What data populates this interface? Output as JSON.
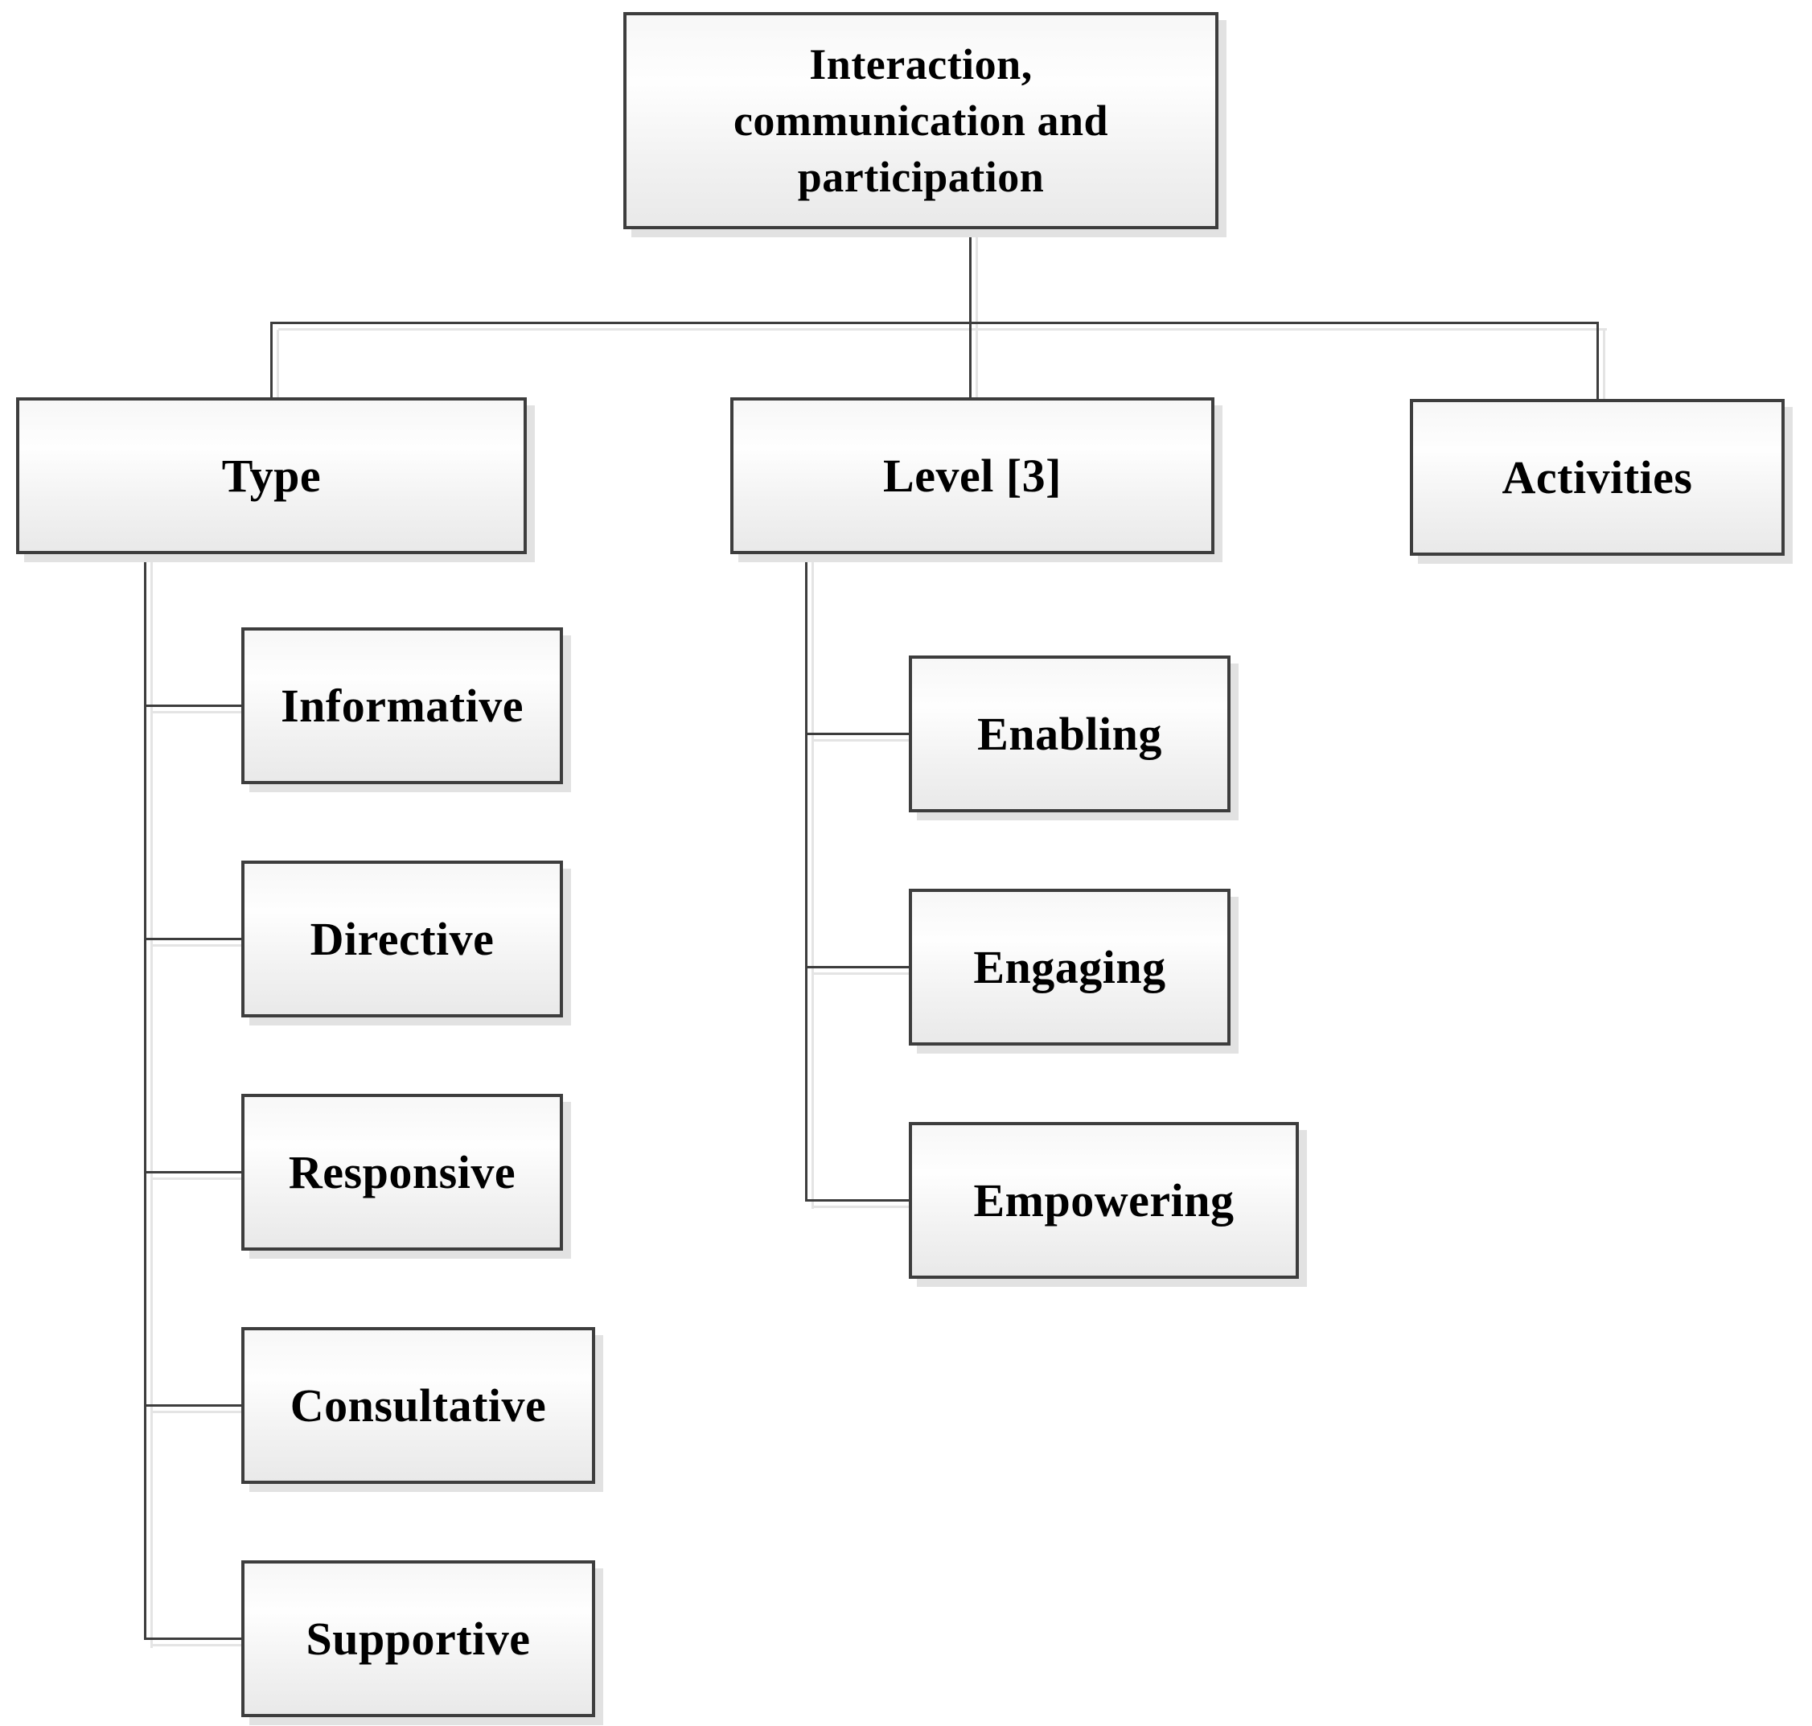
{
  "colors": {
    "background": "#ffffff",
    "box-border": "#3d3d3d",
    "box-fill-top": "#f7f7f7",
    "box-fill-mid": "#fefefe",
    "box-fill-bottom": "#e9e9e9",
    "box-shadow": "#e2e2e2",
    "connector": "#3d3d3d",
    "connector-shadow": "#e4e4e4",
    "text": "#000000"
  },
  "diagram": {
    "root": {
      "label": "Interaction, communication and participation",
      "label_lines": [
        "Interaction,",
        "communication and",
        "participation"
      ]
    },
    "branches": [
      {
        "label": "Type",
        "children": [
          "Informative",
          "Directive",
          "Responsive",
          "Consultative",
          "Supportive"
        ]
      },
      {
        "label": "Level [3]",
        "children": [
          "Enabling",
          "Engaging",
          "Empowering"
        ]
      },
      {
        "label": "Activities",
        "children": []
      }
    ]
  }
}
